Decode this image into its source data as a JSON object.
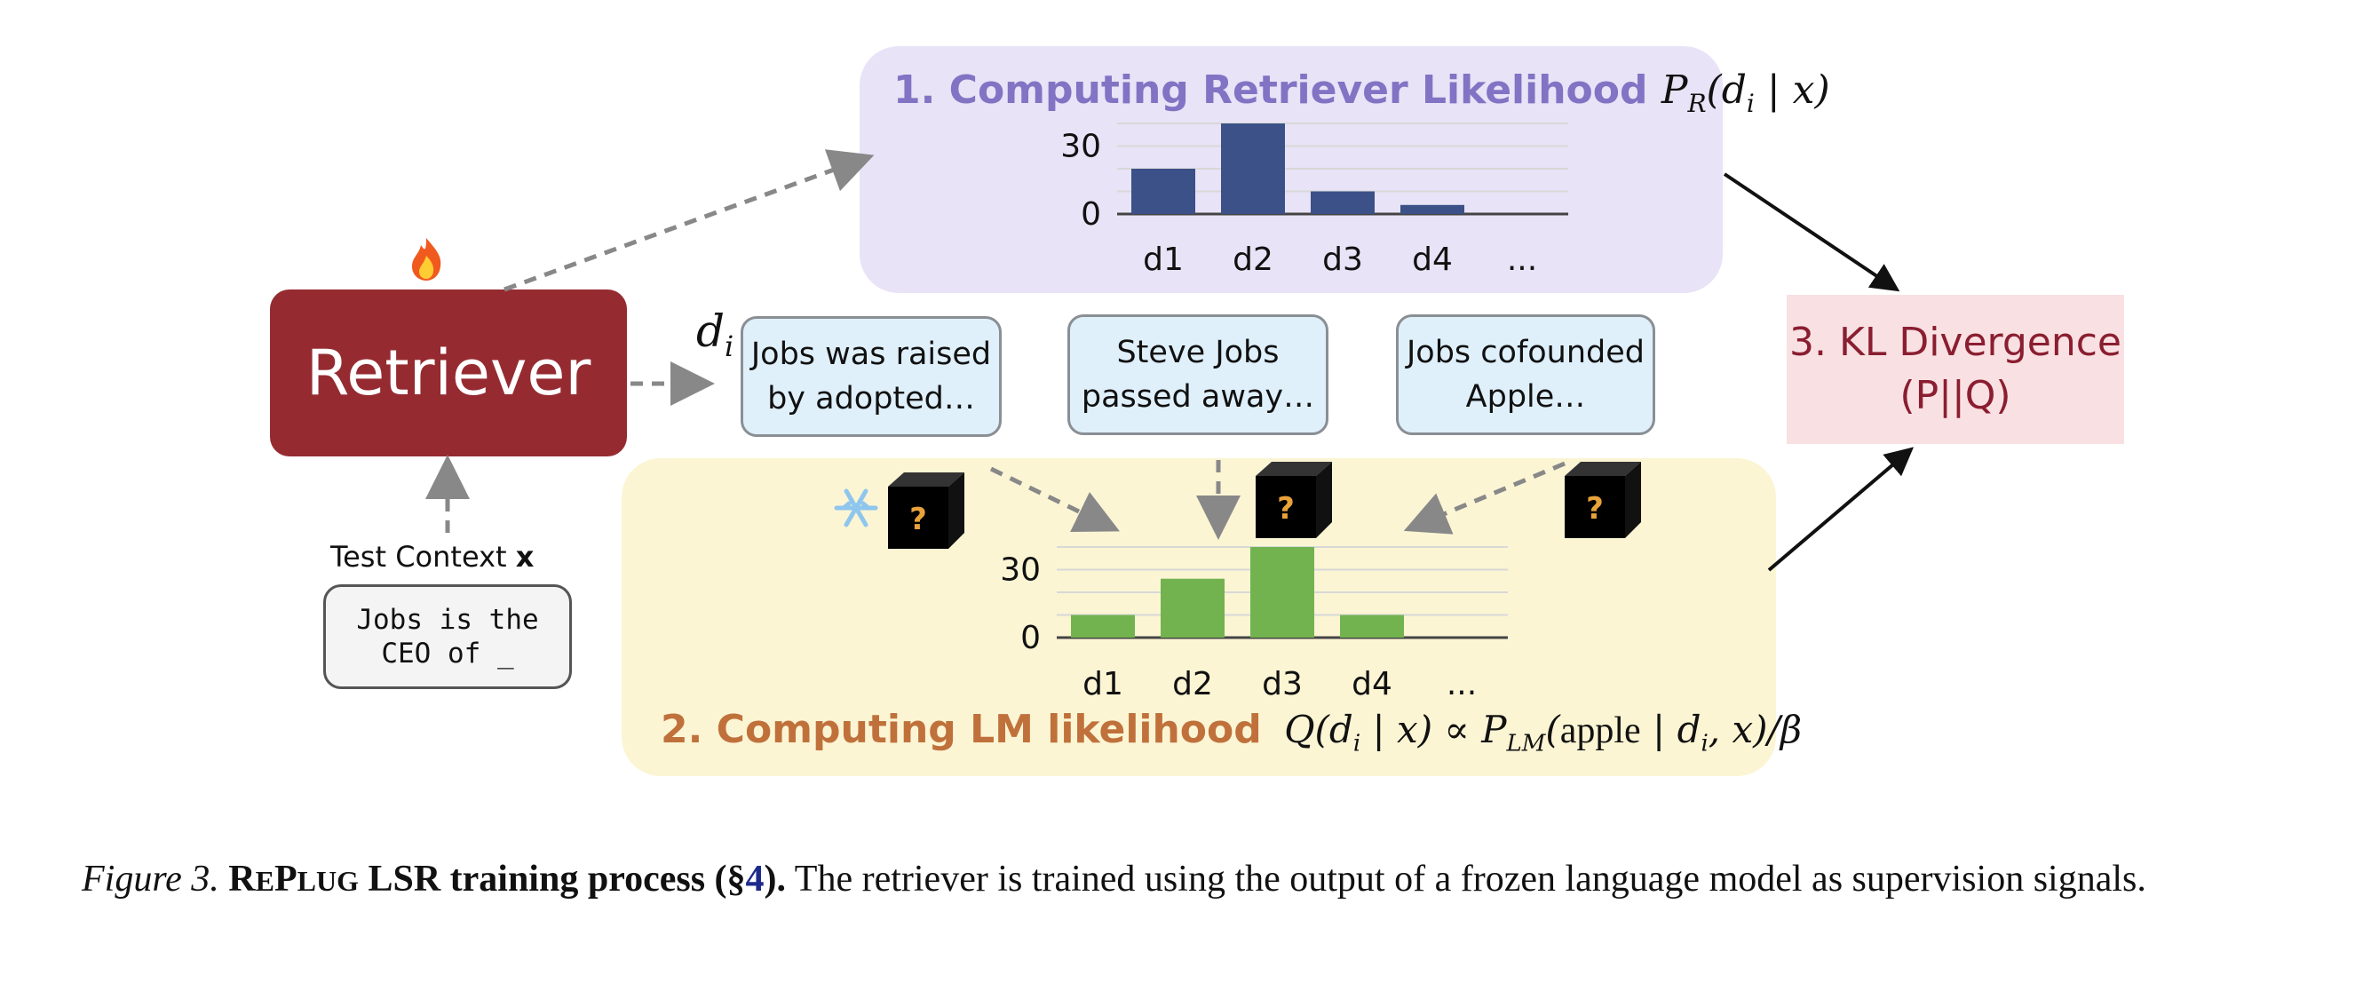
{
  "retriever_box": {
    "label": "Retriever"
  },
  "doc_variable": "d",
  "doc_variable_sub": "i",
  "test_context": {
    "label": "Test Context",
    "var": "x",
    "text": "Jobs is the\nCEO of _"
  },
  "documents": [
    {
      "text": "Jobs was raised\nby adopted…"
    },
    {
      "text": "Steve Jobs\npassed away…"
    },
    {
      "text": "Jobs cofounded\nApple…"
    }
  ],
  "retriever_panel": {
    "title": "1. Computing Retriever Likelihood",
    "formula": "P_R(d_i | x)"
  },
  "lm_panel": {
    "title": "2. Computing LM likelihood",
    "formula": "Q(d_i | x) ∝ P_LM(apple | d_i, x)/β"
  },
  "kl_box": {
    "line1": "3. KL Divergence",
    "line2": "(P||Q)"
  },
  "caption": {
    "figure": "Figure 3.",
    "bold": "REPLUG LSR training process (§4).",
    "bold_ref": "4",
    "text": "The retriever is trained using the output of a frozen language model as supervision signals."
  },
  "icons": [
    "fire-icon",
    "snowflake-icon",
    "black-box-icon"
  ],
  "colors": {
    "retriever_bar": "#3b5188",
    "lm_bar": "#72b34f",
    "retriever_panel": "#e8e3f6",
    "lm_panel": "#fbf5d4",
    "kl_box": "#f9e0e3",
    "retriever_box": "#952b31"
  },
  "chart_data": [
    {
      "type": "bar",
      "categories": [
        "d1",
        "d2",
        "d3",
        "d4",
        "..."
      ],
      "values": [
        20,
        40,
        10,
        4,
        null
      ],
      "yticks": [
        "30",
        "0"
      ],
      "ylim": [
        0,
        40
      ]
    },
    {
      "type": "bar",
      "categories": [
        "d1",
        "d2",
        "d3",
        "d4",
        "..."
      ],
      "values": [
        10,
        26,
        40,
        10,
        null
      ],
      "yticks": [
        "30",
        "0"
      ],
      "ylim": [
        0,
        40
      ]
    }
  ]
}
